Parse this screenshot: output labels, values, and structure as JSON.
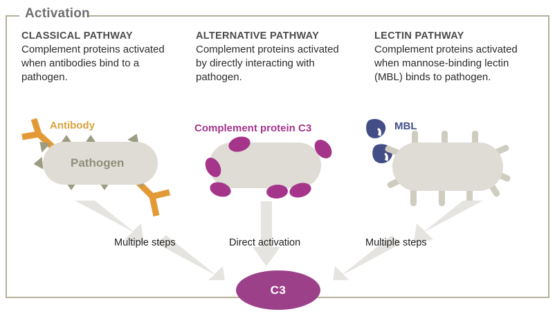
{
  "frame": {
    "legend": "Activation",
    "border_color": "#b4b09a"
  },
  "columns": [
    {
      "id": "classical",
      "title": "CLASSICAL PATHWAY",
      "description": "Complement proteins activated when antibodies bind to a pathogen.",
      "graphic_label": "Antibody",
      "graphic_label_color": "#d8a23c",
      "pathogen_label": "Pathogen",
      "step_label": "Multiple steps"
    },
    {
      "id": "alternative",
      "title": "ALTERNATIVE PATHWAY",
      "description": "Complement proteins activated by directly interacting with pathogen.",
      "graphic_label": "Complement protein C3",
      "graphic_label_color": "#a4358b",
      "pathogen_label": "",
      "step_label": "Direct activation"
    },
    {
      "id": "lectin",
      "title": "LECTIN PATHWAY",
      "description": "Complement proteins activated when mannose-binding lectin (MBL) binds to pathogen.",
      "graphic_label": "MBL",
      "graphic_label_color": "#434e87",
      "pathogen_label": "",
      "step_label": "Multiple steps"
    }
  ],
  "result": {
    "label": "C3",
    "color": "#9c4189"
  },
  "palette": {
    "pathogen_fill": "#dedcd4",
    "pathogen_text": "#8f8f7a",
    "spike": "#9c9c82",
    "rod": "#cfccc0",
    "antibody": "#e39a36",
    "complement_c3": "#a4358b",
    "mbl": "#434e87",
    "arrow": "#e6e4e0",
    "title_text": "#4b4b4b",
    "body_text": "#2b2b2b"
  },
  "icons": {
    "antibody": "antibody-y-icon",
    "mbl": "mbl-lectin-icon",
    "c3_blob": "complement-c3-blob-icon",
    "spike": "pathogen-spike-icon",
    "rod": "mannose-rod-icon",
    "arrow_chevron": "chevron-arrow-icon",
    "arrow_down": "down-arrow-icon"
  }
}
